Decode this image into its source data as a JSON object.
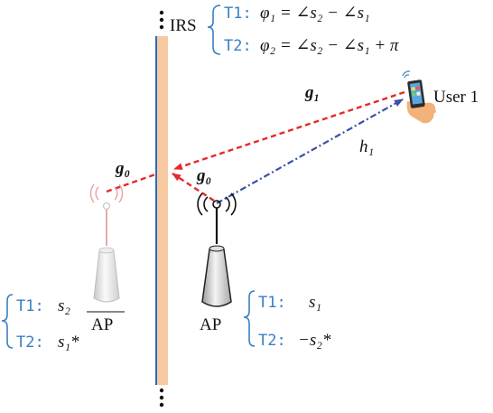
{
  "diagram": {
    "irs_label": "IRS",
    "irs_formulas": {
      "t1_tag": "T1:",
      "t1_expr": "φ₁ = ∠s₂ − ∠s₁",
      "t2_tag": "T2:",
      "t2_expr": "φ₂ = ∠s₂ − ∠s₁ + π"
    },
    "user_label": "User 1",
    "channels": {
      "g1": "g₁",
      "g0_mirror": "g₀",
      "g0_direct": "g₀",
      "h1": "h₁"
    },
    "ap_image": {
      "label": "AP",
      "t1_tag": "T1:",
      "t1_symbol": "s₂",
      "t2_tag": "T2:",
      "t2_symbol": "s₁*"
    },
    "ap_real": {
      "label": "AP",
      "t1_tag": "T1:",
      "t1_symbol": "s₁",
      "t2_tag": "T2:",
      "t2_symbol": "−s₂*"
    },
    "colors": {
      "tag_blue": "#3a7fc4",
      "red_dashed": "#e52a2a",
      "blue_dashdot": "#3b4fa8",
      "irs_panel": "#f7c9a0",
      "irs_line": "#2a6dc0"
    },
    "icons": [
      "antenna-icon",
      "phone-hand-icon",
      "ap-tower-icon",
      "brace-icon",
      "ellipsis-icon"
    ]
  }
}
